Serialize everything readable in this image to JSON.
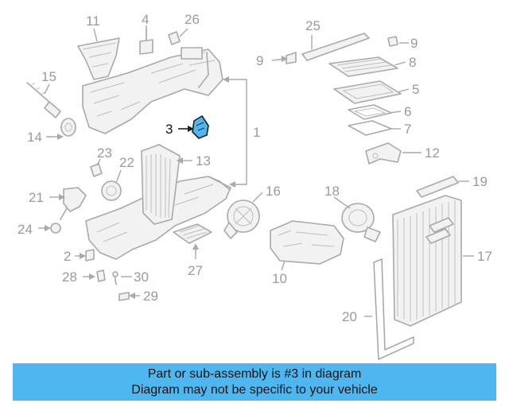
{
  "diagram": {
    "highlighted_part": "3",
    "callouts": {
      "c1": "1",
      "c2": "2",
      "c3": "3",
      "c4": "4",
      "c5": "5",
      "c6": "6",
      "c7": "7",
      "c8": "8",
      "c9": "9",
      "c10": "10",
      "c11": "11",
      "c12": "12",
      "c13": "13",
      "c14": "14",
      "c15": "15",
      "c16": "16",
      "c17": "17",
      "c18": "18",
      "c19": "19",
      "c20": "20",
      "c21": "21",
      "c22": "22",
      "c23": "23",
      "c24": "24",
      "c25": "25",
      "c26": "26",
      "c27": "27",
      "c28": "28",
      "c29": "29",
      "c30": "30"
    },
    "colors": {
      "highlight": "#4fb7ef",
      "line": "#a9a9a9",
      "banner": "#4fb7ef"
    }
  },
  "banner": {
    "line1": "Part or sub-assembly is #3 in diagram",
    "line2": "Diagram may not be specific to your vehicle"
  }
}
